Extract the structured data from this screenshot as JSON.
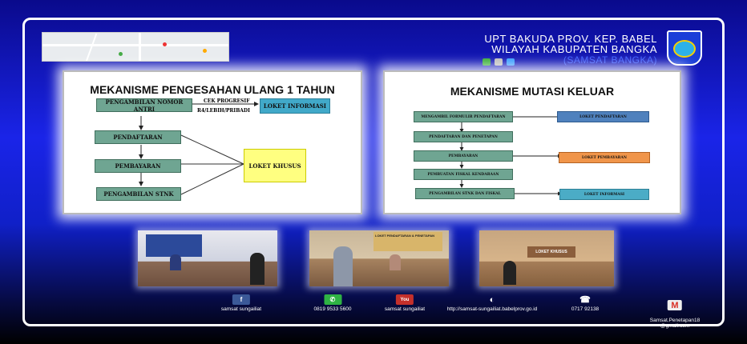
{
  "header": {
    "line1": "UPT BAKUDA PROV. KEP. BABEL",
    "line2": "WILAYAH KABUPATEN BANGKA",
    "line3": "(SAMSAT BANGKA)"
  },
  "diagram_left": {
    "title": "MEKANISME PENGESAHAN ULANG 1 TAHUN",
    "steps": [
      "PENGAMBILAN NOMOR ANTRI",
      "PENDAFTARAN",
      "PEMBAYARAN",
      "PENGAMBILAN STNK"
    ],
    "arrow_label_top": "CEK PROGRESIF",
    "arrow_label_bottom": "R4/LEBIH/PRIBADI",
    "info_box": "LOKET INFORMASI",
    "special_box": "LOKET KHUSUS",
    "colors": {
      "step": "#6fa592",
      "info": "#41a9c9",
      "special": "#ffff80"
    }
  },
  "diagram_right": {
    "title": "MEKANISME MUTASI KELUAR",
    "steps": [
      "MENGAMBIL FORMULIR PENDAFTARAN",
      "PENDAFTARAN DAN PENETAPAN",
      "PEMBAYARAN",
      "PEMBUATAN FISKAL KENDARAAN",
      "PENGAMBILAN STNK DAN FISKAL"
    ],
    "targets": [
      "LOKET PENDAFTARAN",
      "LOKET PEMBAYARAN",
      "LOKET INFORMASI"
    ],
    "colors": {
      "t1": "#4f81bd",
      "t2": "#f0954a",
      "t3": "#4bacc6"
    }
  },
  "photos": {
    "p2_sign": "LOKET PENDAFTARAN & PENETAPAN",
    "p3_sign": "LOKET KHUSUS"
  },
  "footer": [
    {
      "icon": "facebook-icon",
      "label": "samsat sungailiat",
      "glyph": "f",
      "color": "#3b5998"
    },
    {
      "icon": "whatsapp-icon",
      "label": "0819 9533 5600",
      "glyph": "✆",
      "color": "#2fb344"
    },
    {
      "icon": "youtube-icon",
      "label": "samsat sungailiat",
      "glyph": "You",
      "color": "#c4302b"
    },
    {
      "icon": "web-icon",
      "label": "http://samsat-sungailiat.babelprov.go.id",
      "glyph": "◐",
      "color": "#223"
    },
    {
      "icon": "telephone-icon",
      "label": "0717 92138",
      "glyph": "☎",
      "color": "#222"
    },
    {
      "icon": "gmail-icon",
      "label": "Samsat.Penetapan18\n@gmail.com",
      "glyph": "M",
      "color": "#d93025"
    }
  ]
}
